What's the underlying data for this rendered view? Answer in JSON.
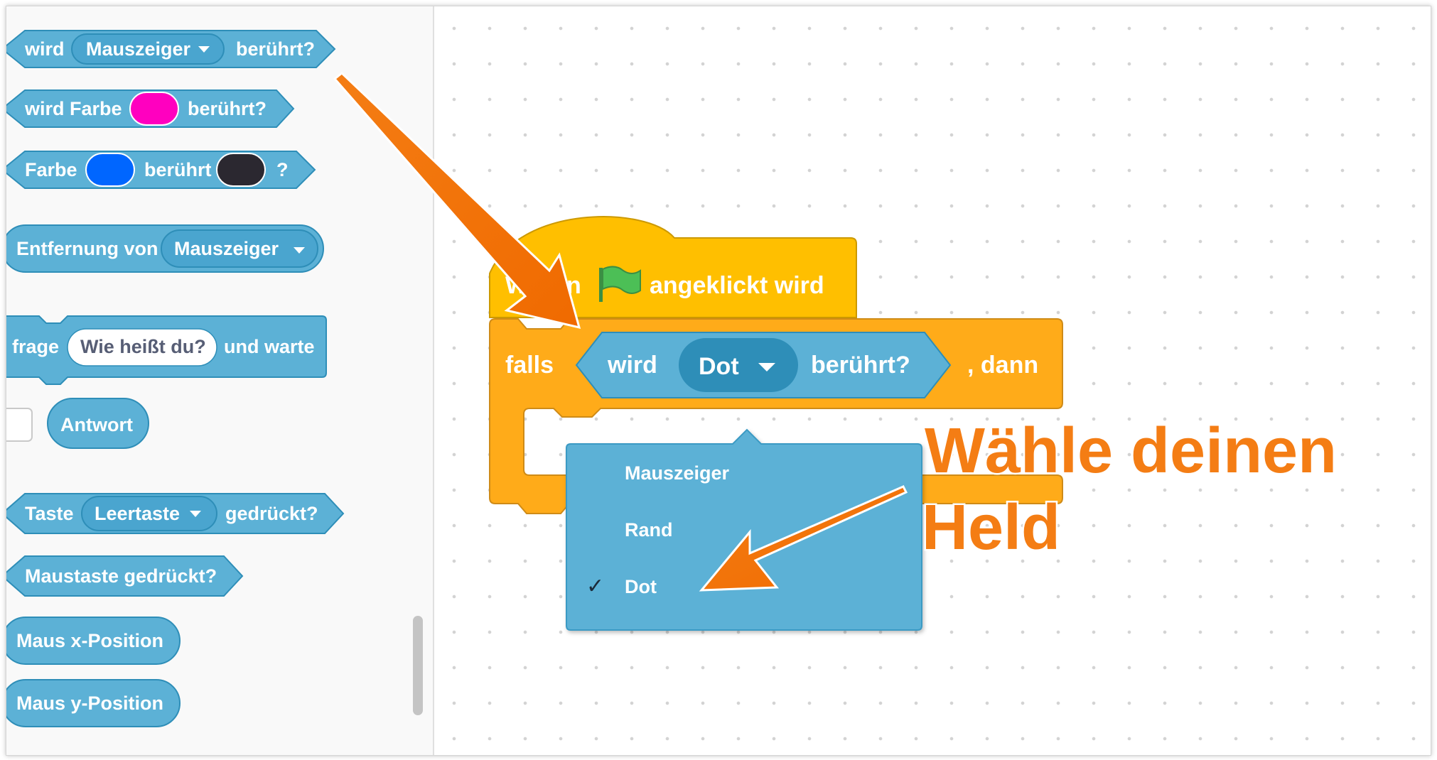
{
  "palette": {
    "blocks": {
      "touching": {
        "prefix": "wird",
        "dropdown": "Mauszeiger",
        "suffix": "berührt?"
      },
      "touching_color": {
        "prefix": "wird Farbe",
        "suffix": "berührt?",
        "color": "#ff00bf"
      },
      "color_touching_color": {
        "prefix": "Farbe",
        "middle": "berührt",
        "suffix": "?",
        "color1": "#0066ff",
        "color2": "#2b2830"
      },
      "distance": {
        "prefix": "Entfernung von",
        "dropdown": "Mauszeiger"
      },
      "ask": {
        "prefix": "frage",
        "input": "Wie heißt du?",
        "suffix": "und warte"
      },
      "answer": {
        "label": "Antwort"
      },
      "key_pressed": {
        "prefix": "Taste",
        "dropdown": "Leertaste",
        "suffix": "gedrückt?"
      },
      "mouse_down": {
        "label": "Maustaste gedrückt?"
      },
      "mouse_x": {
        "label": "Maus x-Position"
      },
      "mouse_y": {
        "label": "Maus y-Position"
      }
    }
  },
  "workspace": {
    "hat_block": {
      "label_visible_start": "W",
      "label_visible_end": "n",
      "suffix": "angeklickt wird",
      "flag_color": "#4cbf56"
    },
    "if_block": {
      "prefix": "falls",
      "condition": {
        "prefix": "wird",
        "dropdown": "Dot",
        "suffix": "berührt?"
      },
      "suffix": ", dann"
    },
    "dropdown_menu": {
      "items": [
        {
          "label": "Mauszeiger",
          "checked": false
        },
        {
          "label": "Rand",
          "checked": false
        },
        {
          "label": "Dot",
          "checked": true
        }
      ],
      "check_glyph": "✓"
    },
    "annotation": {
      "line1": "Wähle deinen",
      "line2": "Held",
      "color": "#f47d14"
    }
  },
  "colors": {
    "sensing": "#5cb1d6",
    "sensing_dark": "#2e8eb8",
    "events": "#ffbf00",
    "control": "#ffab19"
  }
}
